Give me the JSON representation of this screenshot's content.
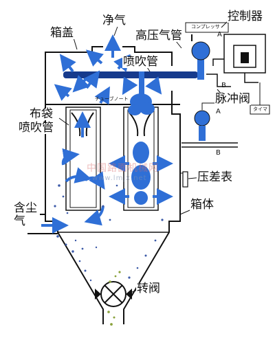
{
  "labels": {
    "box_cover": "箱盖",
    "clean_gas": "净气",
    "controller": "控制器",
    "hp_gas_pipe": "高压气管",
    "blow_pipe": "喷吹管",
    "pulse_valve": "脉冲阀",
    "bag": "布袋",
    "bag_blow_pipe": "喷吹管",
    "pressure_gauge": "压差表",
    "box_body": "箱体",
    "dusty_gas": "含尘气",
    "rotary_valve": "转阀"
  },
  "small_labels": {
    "compressor": "コンプレッサ",
    "tube": "チューブノート",
    "timer": "タイマ",
    "mark_a_top": "A",
    "mark_b_top": "B",
    "mark_a_bottom": "A",
    "mark_b_bottom": "B"
  },
  "watermark": {
    "cn": "中国路面机械网",
    "url": "www.lmjx.net"
  },
  "colors": {
    "line": "#111111",
    "gas": "#2f6fd6",
    "gas_dark": "#1d4fb0",
    "dust": "#3c5aa8",
    "dust_green": "#8aa23c"
  }
}
